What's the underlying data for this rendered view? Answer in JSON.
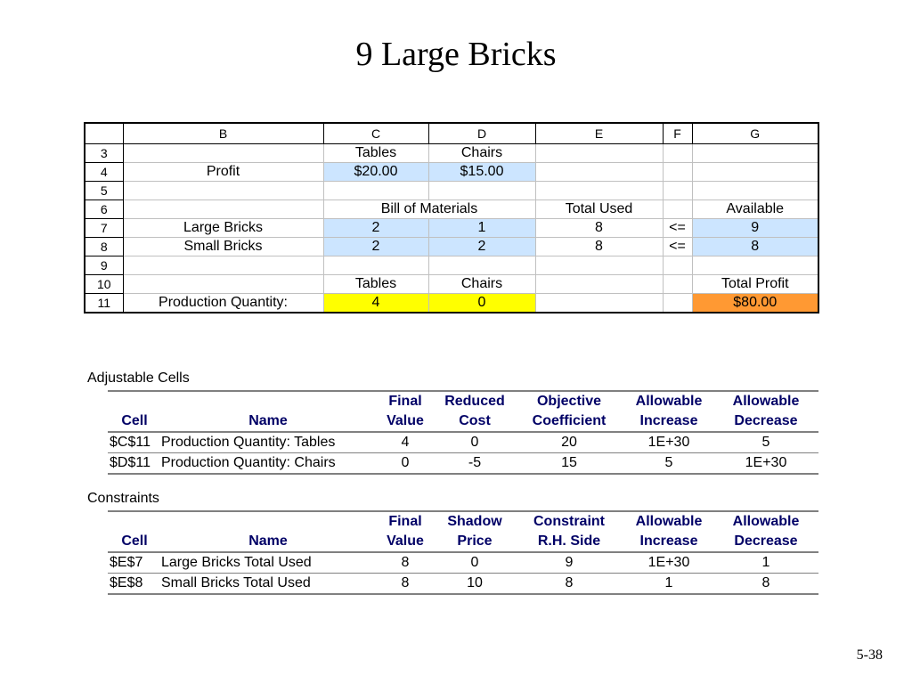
{
  "title": "9 Large Bricks",
  "sheet": {
    "columns": [
      "",
      "B",
      "C",
      "D",
      "E",
      "F",
      "G"
    ],
    "rows": [
      {
        "num": "3",
        "B": "",
        "C": "Tables",
        "D": "Chairs",
        "E": "",
        "F": "",
        "G": ""
      },
      {
        "num": "4",
        "B": "Profit",
        "C": "$20.00",
        "D": "$15.00",
        "E": "",
        "F": "",
        "G": ""
      },
      {
        "num": "5",
        "B": "",
        "C": "",
        "D": "",
        "E": "",
        "F": "",
        "G": ""
      },
      {
        "num": "6",
        "B": "",
        "CD": "Bill of Materials",
        "E": "Total Used",
        "F": "",
        "G": "Available"
      },
      {
        "num": "7",
        "B": "Large Bricks",
        "C": "2",
        "D": "1",
        "E": "8",
        "F": "<=",
        "G": "9"
      },
      {
        "num": "8",
        "B": "Small Bricks",
        "C": "2",
        "D": "2",
        "E": "8",
        "F": "<=",
        "G": "8"
      },
      {
        "num": "9",
        "B": "",
        "C": "",
        "D": "",
        "E": "",
        "F": "",
        "G": ""
      },
      {
        "num": "10",
        "B": "",
        "C": "Tables",
        "D": "Chairs",
        "E": "",
        "F": "",
        "G": "Total Profit"
      },
      {
        "num": "11",
        "B": "Production Quantity:",
        "C": "4",
        "D": "0",
        "E": "",
        "F": "",
        "G": "$80.00"
      }
    ],
    "colors": {
      "data_fill": "#cce5ff",
      "changing_cells": "#ffff00",
      "target_cell": "#ff9933"
    }
  },
  "adjustable": {
    "label": "Adjustable Cells",
    "header_top": [
      "",
      "",
      "Final",
      "Reduced",
      "Objective",
      "Allowable",
      "Allowable"
    ],
    "header_bottom": [
      "Cell",
      "Name",
      "Value",
      "Cost",
      "Coefficient",
      "Increase",
      "Decrease"
    ],
    "rows": [
      [
        "$C$11",
        "Production Quantity: Tables",
        "4",
        "0",
        "20",
        "1E+30",
        "5"
      ],
      [
        "$D$11",
        "Production Quantity: Chairs",
        "0",
        "-5",
        "15",
        "5",
        "1E+30"
      ]
    ]
  },
  "constraints": {
    "label": "Constraints",
    "header_top": [
      "",
      "",
      "Final",
      "Shadow",
      "Constraint",
      "Allowable",
      "Allowable"
    ],
    "header_bottom": [
      "Cell",
      "Name",
      "Value",
      "Price",
      "R.H. Side",
      "Increase",
      "Decrease"
    ],
    "rows": [
      [
        "$E$7",
        "Large Bricks Total Used",
        "8",
        "0",
        "9",
        "1E+30",
        "1"
      ],
      [
        "$E$8",
        "Small Bricks Total Used",
        "8",
        "10",
        "8",
        "1",
        "8"
      ]
    ]
  },
  "page_number": "5-38"
}
